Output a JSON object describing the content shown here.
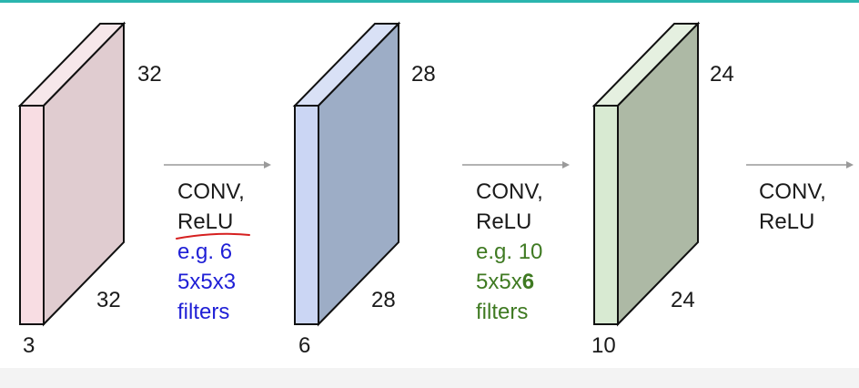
{
  "volumes": [
    {
      "id": "v1",
      "height": "32",
      "width": "32",
      "depth": "3",
      "front_color": "#f8dde3",
      "side_color": "#e0ccd0",
      "top_color": "#f6e7ea"
    },
    {
      "id": "v2",
      "height": "28",
      "width": "28",
      "depth": "6",
      "front_color": "#cbd6f4",
      "side_color": "#9dadc6",
      "top_color": "#d9e1f6"
    },
    {
      "id": "v3",
      "height": "24",
      "width": "24",
      "depth": "10",
      "front_color": "#d8ead2",
      "side_color": "#adb9a5",
      "top_color": "#e5f0e0"
    }
  ],
  "steps": [
    {
      "line1": "CONV,",
      "line2": "ReLU",
      "line3": "e.g. 6",
      "line4_pre": "5x5x3",
      "line4_bold": "",
      "line5": "filters",
      "color": "#1f1fd6"
    },
    {
      "line1": "CONV,",
      "line2": "ReLU",
      "line3": "e.g. 10",
      "line4_pre": "5x5x",
      "line4_bold": "6",
      "line5": "filters",
      "color": "#3f7a22"
    },
    {
      "line1": "CONV,",
      "line2": "ReLU"
    }
  ],
  "colors": {
    "top_rule": "#2bb5ae",
    "arrow": "#9a9a9a",
    "annotation_underline": "#d62020",
    "footer_band": "#f3f3f3"
  }
}
